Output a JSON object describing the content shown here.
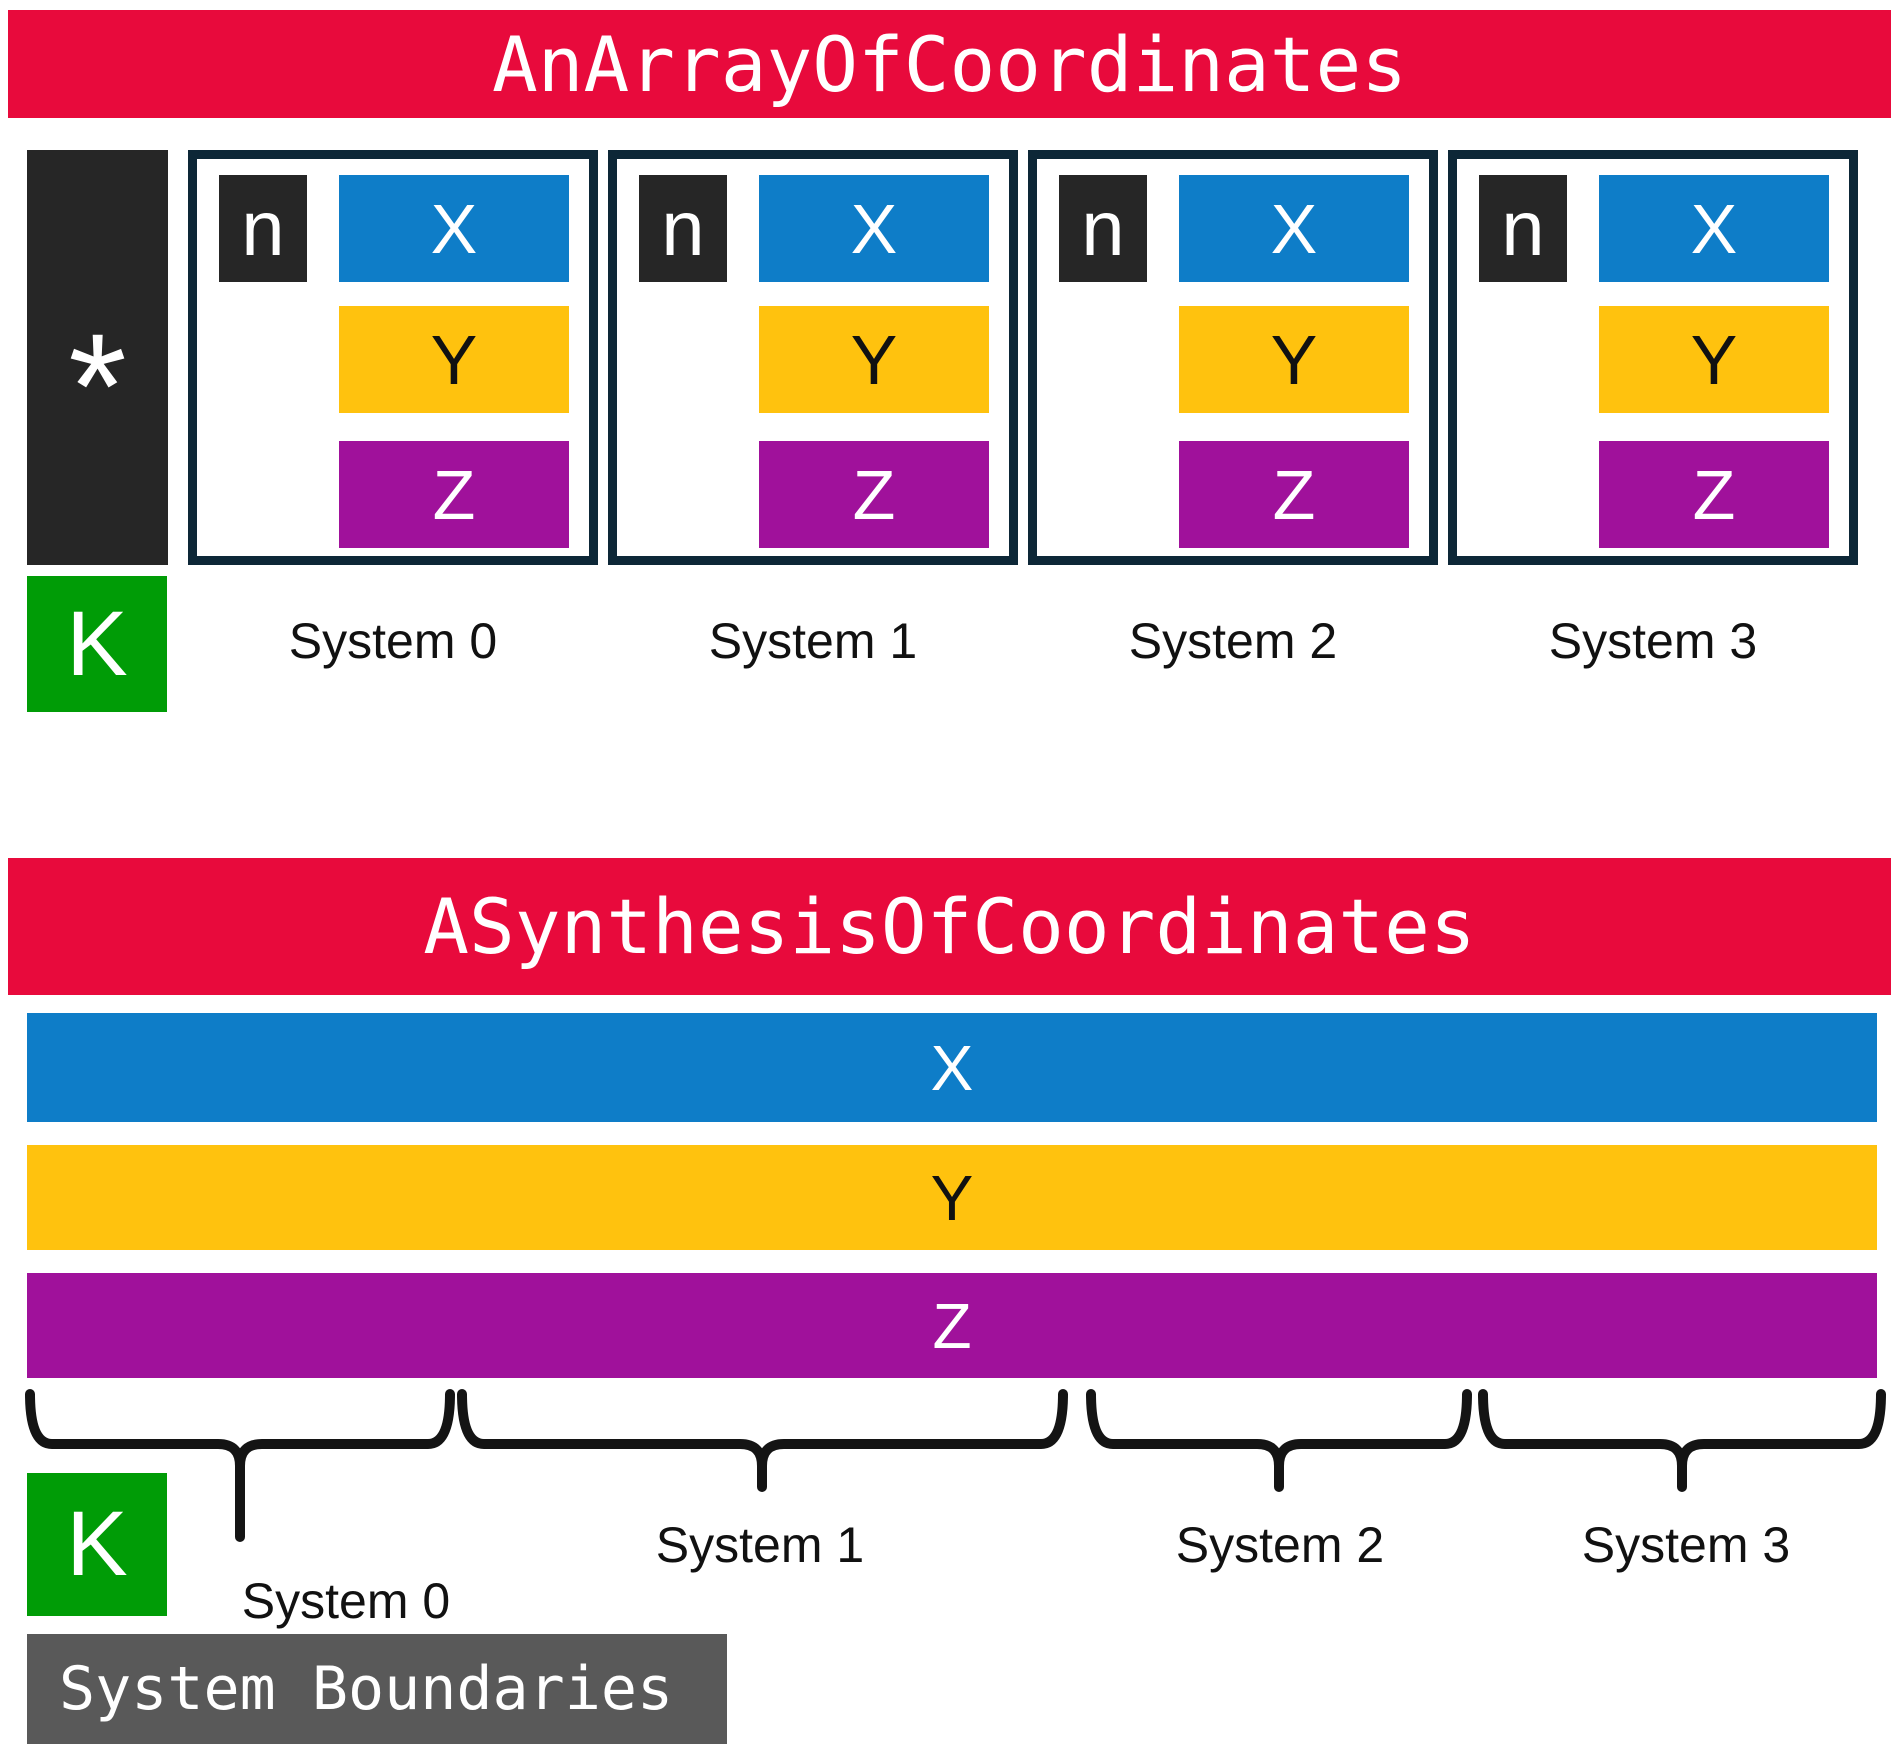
{
  "colors": {
    "banner_red": "#E80A3C",
    "field_x_blue": "#0E7DC8",
    "field_y_yellow": "#FFC20E",
    "field_z_purple": "#A0119B",
    "key_green": "#009C06",
    "count_black": "#262626",
    "box_border_navy": "#0D2737",
    "legend_gray": "#595959",
    "brace_black": "#141414"
  },
  "array_section": {
    "title": "AnArrayOfCoordinates",
    "star": "*",
    "key": "K",
    "count": "n",
    "fields": [
      "X",
      "Y",
      "Z"
    ],
    "systems": [
      "System 0",
      "System 1",
      "System 2",
      "System 3"
    ]
  },
  "synthesis_section": {
    "title": "ASynthesisOfCoordinates",
    "key": "K",
    "fields": [
      "X",
      "Y",
      "Z"
    ],
    "systems": [
      "System 0",
      "System 1",
      "System 2",
      "System 3"
    ],
    "legend": "System Boundaries"
  }
}
